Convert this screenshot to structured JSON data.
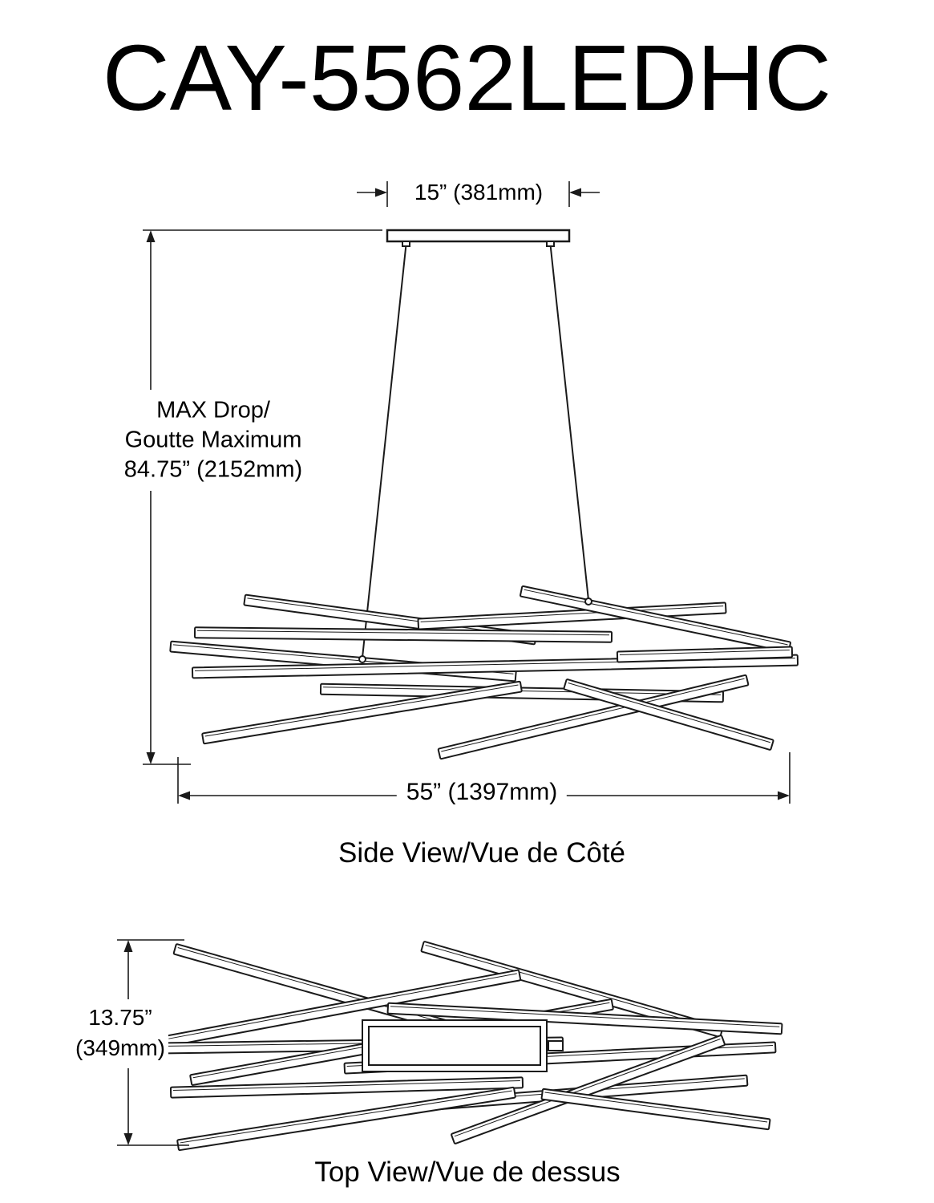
{
  "title": "CAY-5562LEDHC",
  "side_view": {
    "canopy_width": "15” (381mm)",
    "max_drop": [
      "MAX Drop/",
      "Goutte Maximum",
      "84.75” (2152mm)"
    ],
    "fixture_width": "55” (1397mm)",
    "caption": "Side View/Vue de Côté"
  },
  "top_view": {
    "fixture_depth": [
      "13.75”",
      "(349mm)"
    ],
    "caption": "Top View/Vue de dessus"
  }
}
